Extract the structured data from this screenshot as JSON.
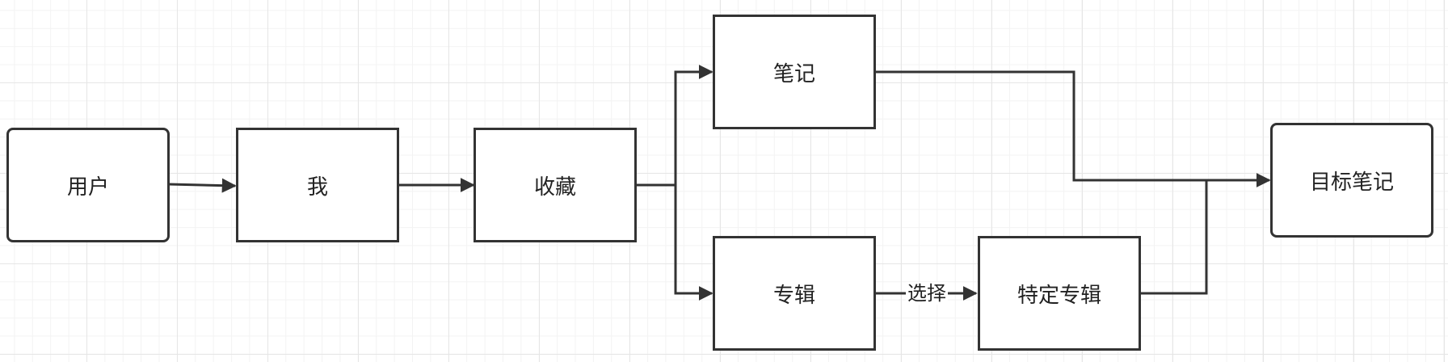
{
  "diagram": {
    "nodes": {
      "user": "用户",
      "me": "我",
      "favorites": "收藏",
      "notes": "笔记",
      "albums": "专辑",
      "specific_album": "特定专辑",
      "target_note": "目标笔记"
    },
    "edge_labels": {
      "select": "选择"
    },
    "colors": {
      "stroke": "#333333",
      "grid_major": "#e6e6e6",
      "grid_minor": "#f3f3f3"
    }
  }
}
